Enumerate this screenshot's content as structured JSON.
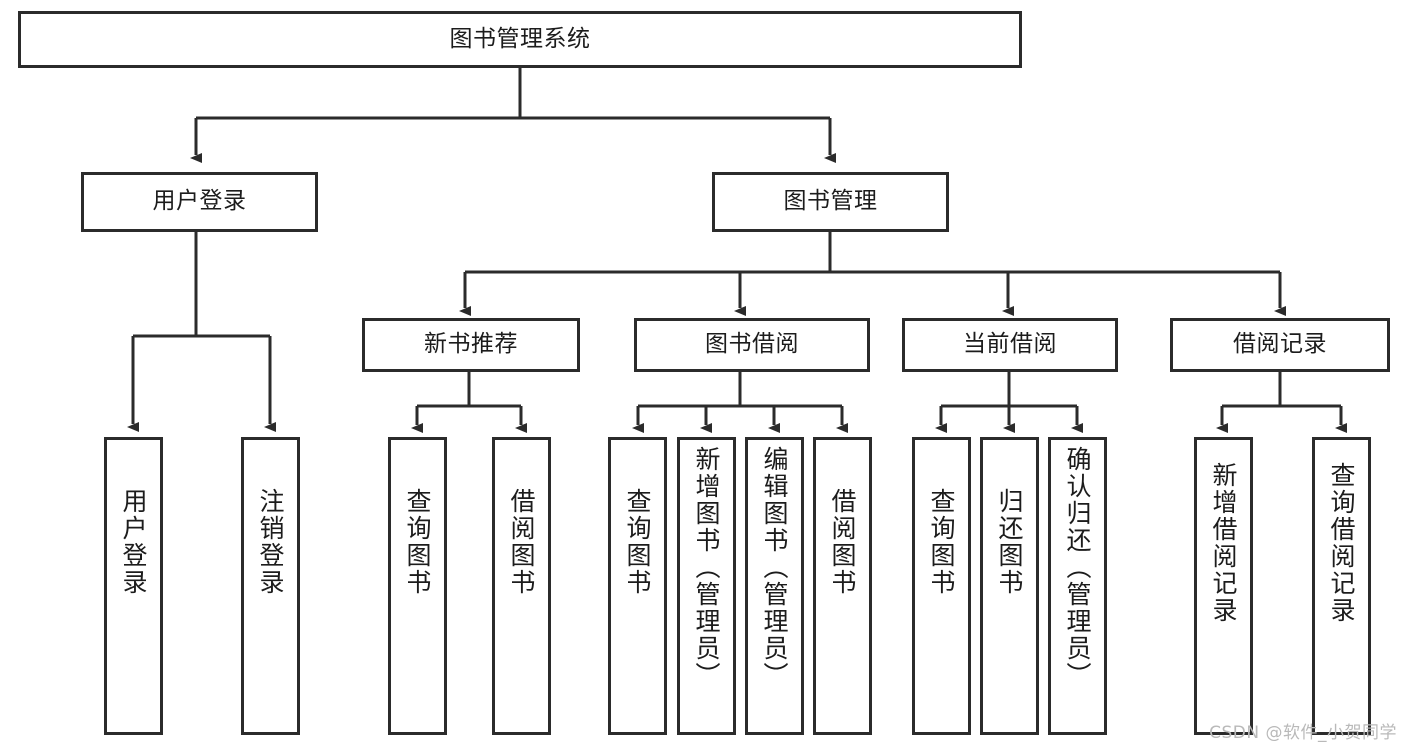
{
  "diagram": {
    "title": "图书管理系统",
    "type": "tree",
    "watermark": "CSDN @软件_小贺同学",
    "colors": {
      "stroke": "#2b2b2b",
      "fill": "#ffffff",
      "text": "#1c1c1c",
      "watermark": "#b9b9b9"
    },
    "root": {
      "label": "图书管理系统"
    },
    "level1": [
      {
        "label": "用户登录"
      },
      {
        "label": "图书管理"
      }
    ],
    "level2": [
      {
        "label": "新书推荐"
      },
      {
        "label": "图书借阅"
      },
      {
        "label": "当前借阅"
      },
      {
        "label": "借阅记录"
      }
    ],
    "leaves": {
      "user_login": [
        {
          "label": "用户登录"
        },
        {
          "label": "注销登录"
        }
      ],
      "new_book": [
        {
          "label": "查询图书"
        },
        {
          "label": "借阅图书"
        }
      ],
      "book_borrow": [
        {
          "label": "查询图书"
        },
        {
          "label": "新增图书（管理员）"
        },
        {
          "label": "编辑图书（管理员）"
        },
        {
          "label": "借阅图书"
        }
      ],
      "current_borrow": [
        {
          "label": "查询图书"
        },
        {
          "label": "归还图书"
        },
        {
          "label": "确认归还（管理员）"
        }
      ],
      "borrow_record": [
        {
          "label": "新增借阅记录"
        },
        {
          "label": "查询借阅记录"
        }
      ]
    }
  }
}
